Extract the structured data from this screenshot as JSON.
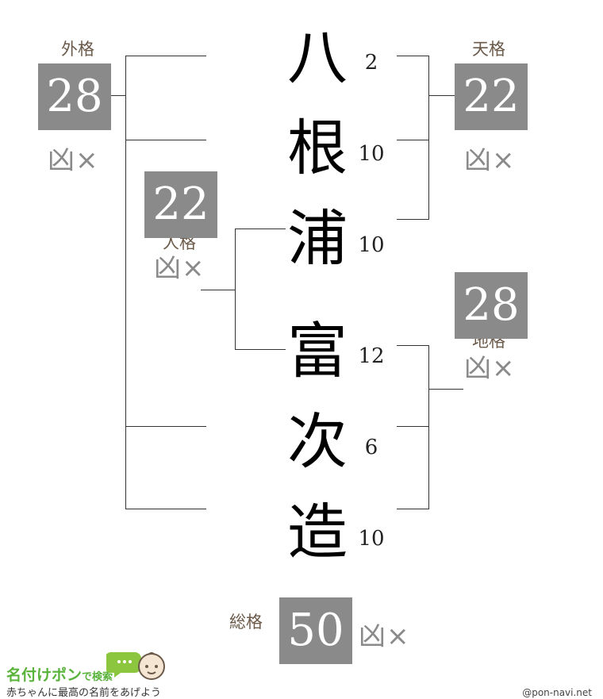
{
  "name_chars": [
    {
      "char": "八",
      "strokes": "2"
    },
    {
      "char": "根",
      "strokes": "10"
    },
    {
      "char": "浦",
      "strokes": "10"
    },
    {
      "char": "富",
      "strokes": "12"
    },
    {
      "char": "次",
      "strokes": "6"
    },
    {
      "char": "造",
      "strokes": "10"
    }
  ],
  "gaikaku": {
    "label": "外格",
    "value": "28",
    "fortune": "凶×"
  },
  "tenkaku": {
    "label": "天格",
    "value": "22",
    "fortune": "凶×"
  },
  "jinkaku": {
    "label": "人格",
    "value": "22",
    "fortune": "凶×"
  },
  "chikaku": {
    "label": "地格",
    "value": "28",
    "fortune": "凶×"
  },
  "soukaku": {
    "label": "総格",
    "value": "50",
    "fortune": "凶×"
  },
  "footer": {
    "brand": "名付けポン",
    "search": "で検索",
    "tagline": "赤ちゃんに最高の名前をあげよう",
    "credit": "@pon-navi.net"
  },
  "colors": {
    "box": "#8a8a8a",
    "label": "#6b5a4a",
    "brand": "#59b33a"
  }
}
